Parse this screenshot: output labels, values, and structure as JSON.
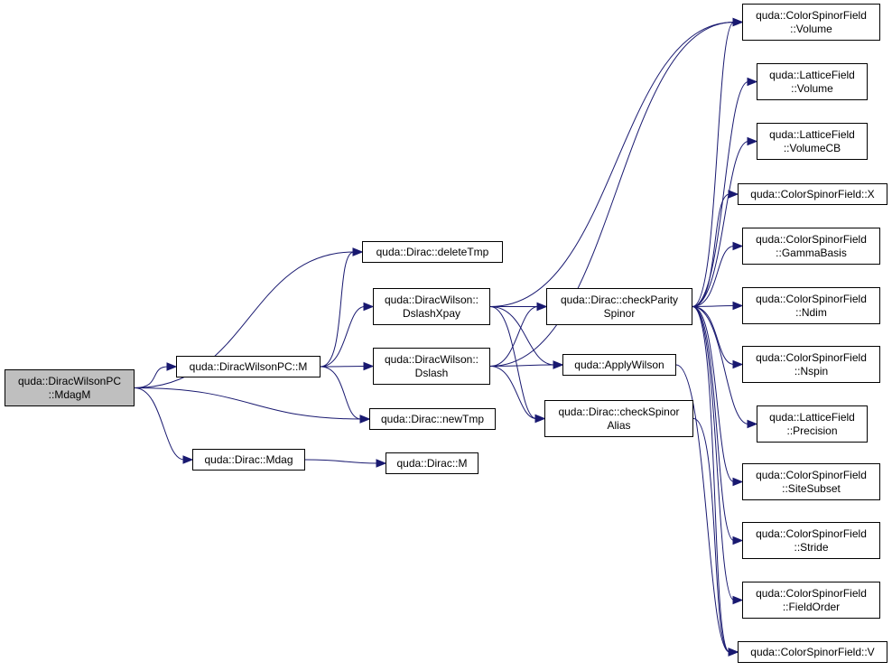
{
  "graph": {
    "colors": {
      "edge": "#191970",
      "root_fill": "#bfbfbf",
      "node_fill": "#ffffff",
      "border": "#000000"
    },
    "nodes": {
      "mdagm": {
        "line1": "quda::DiracWilsonPC",
        "line2": "::MdagM"
      },
      "wilsonpc_m": {
        "line1": "quda::DiracWilsonPC::M"
      },
      "dirac_mdag": {
        "line1": "quda::Dirac::Mdag"
      },
      "delete_tmp": {
        "line1": "quda::Dirac::deleteTmp"
      },
      "new_tmp": {
        "line1": "quda::Dirac::newTmp"
      },
      "dirac_m": {
        "line1": "quda::Dirac::M"
      },
      "dslash_xpay": {
        "line1": "quda::DiracWilson::",
        "line2": "DslashXpay"
      },
      "dslash": {
        "line1": "quda::DiracWilson::",
        "line2": "Dslash"
      },
      "check_parity_spinor": {
        "line1": "quda::Dirac::checkParity",
        "line2": "Spinor"
      },
      "apply_wilson": {
        "line1": "quda::ApplyWilson"
      },
      "check_spinor_alias": {
        "line1": "quda::Dirac::checkSpinor",
        "line2": "Alias"
      },
      "csf_volume": {
        "line1": "quda::ColorSpinorField",
        "line2": "::Volume"
      },
      "lf_volume": {
        "line1": "quda::LatticeField",
        "line2": "::Volume"
      },
      "lf_volumecb": {
        "line1": "quda::LatticeField",
        "line2": "::VolumeCB"
      },
      "csf_x": {
        "line1": "quda::ColorSpinorField::X"
      },
      "csf_gammabasis": {
        "line1": "quda::ColorSpinorField",
        "line2": "::GammaBasis"
      },
      "csf_ndim": {
        "line1": "quda::ColorSpinorField",
        "line2": "::Ndim"
      },
      "csf_nspin": {
        "line1": "quda::ColorSpinorField",
        "line2": "::Nspin"
      },
      "lf_precision": {
        "line1": "quda::LatticeField",
        "line2": "::Precision"
      },
      "csf_sitesubset": {
        "line1": "quda::ColorSpinorField",
        "line2": "::SiteSubset"
      },
      "csf_stride": {
        "line1": "quda::ColorSpinorField",
        "line2": "::Stride"
      },
      "csf_fieldorder": {
        "line1": "quda::ColorSpinorField",
        "line2": "::FieldOrder"
      },
      "csf_v": {
        "line1": "quda::ColorSpinorField::V"
      }
    },
    "edges": [
      [
        "mdagm",
        "wilsonpc_m"
      ],
      [
        "mdagm",
        "delete_tmp"
      ],
      [
        "mdagm",
        "new_tmp"
      ],
      [
        "mdagm",
        "dirac_mdag"
      ],
      [
        "wilsonpc_m",
        "delete_tmp"
      ],
      [
        "wilsonpc_m",
        "dslash_xpay"
      ],
      [
        "wilsonpc_m",
        "dslash"
      ],
      [
        "wilsonpc_m",
        "new_tmp"
      ],
      [
        "dirac_mdag",
        "dirac_m"
      ],
      [
        "dslash_xpay",
        "csf_volume"
      ],
      [
        "dslash_xpay",
        "check_parity_spinor"
      ],
      [
        "dslash_xpay",
        "apply_wilson"
      ],
      [
        "dslash_xpay",
        "check_spinor_alias"
      ],
      [
        "dslash",
        "csf_volume"
      ],
      [
        "dslash",
        "check_parity_spinor"
      ],
      [
        "dslash",
        "apply_wilson"
      ],
      [
        "dslash",
        "check_spinor_alias"
      ],
      [
        "check_parity_spinor",
        "csf_volume"
      ],
      [
        "check_parity_spinor",
        "lf_volume"
      ],
      [
        "check_parity_spinor",
        "lf_volumecb"
      ],
      [
        "check_parity_spinor",
        "csf_x"
      ],
      [
        "check_parity_spinor",
        "csf_gammabasis"
      ],
      [
        "check_parity_spinor",
        "csf_ndim"
      ],
      [
        "check_parity_spinor",
        "csf_nspin"
      ],
      [
        "check_parity_spinor",
        "lf_precision"
      ],
      [
        "check_parity_spinor",
        "csf_sitesubset"
      ],
      [
        "check_parity_spinor",
        "csf_stride"
      ],
      [
        "check_parity_spinor",
        "csf_fieldorder"
      ],
      [
        "check_parity_spinor",
        "csf_v"
      ],
      [
        "apply_wilson",
        "csf_v"
      ],
      [
        "check_spinor_alias",
        "csf_v"
      ]
    ]
  }
}
